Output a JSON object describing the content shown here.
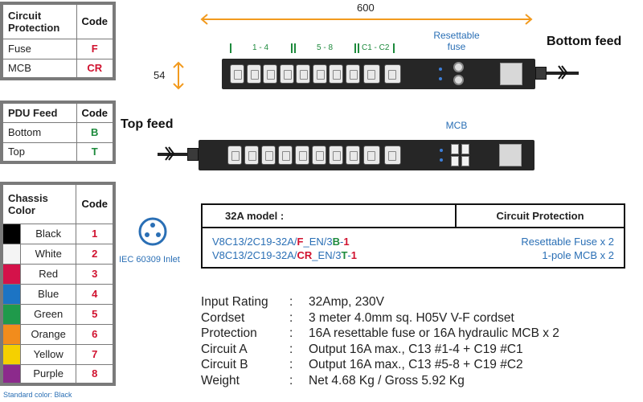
{
  "protection_table": {
    "header_label": "Circuit Protection",
    "header_code": "Code",
    "rows": [
      {
        "label": "Fuse",
        "code": "F"
      },
      {
        "label": "MCB",
        "code": "CR"
      }
    ]
  },
  "feed_table": {
    "header_label": "PDU Feed",
    "header_code": "Code",
    "rows": [
      {
        "label": "Bottom",
        "code": "B"
      },
      {
        "label": "Top",
        "code": "T"
      }
    ]
  },
  "color_table": {
    "header_label": "Chassis Color",
    "header_code": "Code",
    "rows": [
      {
        "label": "Black",
        "code": "1",
        "color": "#000000"
      },
      {
        "label": "White",
        "code": "2",
        "color": "#f4f4f4"
      },
      {
        "label": "Red",
        "code": "3",
        "color": "#d4124a"
      },
      {
        "label": "Blue",
        "code": "4",
        "color": "#1c74c4"
      },
      {
        "label": "Green",
        "code": "5",
        "color": "#1f9a4b"
      },
      {
        "label": "Orange",
        "code": "6",
        "color": "#f28c1c"
      },
      {
        "label": "Yellow",
        "code": "7",
        "color": "#f5d000"
      },
      {
        "label": "Purple",
        "code": "8",
        "color": "#8c2a8c"
      }
    ],
    "standard_note": "Standard color: Black"
  },
  "inlet_label": "IEC 60309 Inlet",
  "dimensions": {
    "length": "600",
    "height": "54"
  },
  "group_labels": {
    "g1": "1 - 4",
    "g2": "5 - 8",
    "g3": "C1 - C2"
  },
  "labels": {
    "resettable_fuse": "Resettable fuse",
    "mcb": "MCB",
    "bottom_feed": "Bottom feed",
    "top_feed": "Top feed"
  },
  "model_table": {
    "col1": "32A model :",
    "col2": "Circuit Protection",
    "rows": [
      {
        "prefix": "V8C13/2C19-32A/",
        "prot": "F",
        "mid": "_EN/3",
        "feed": "B",
        "dash": "-",
        "color": "1",
        "protection": "Resettable Fuse x 2"
      },
      {
        "prefix": "V8C13/2C19-32A/",
        "prot": "CR",
        "mid": "_EN/3",
        "feed": "T",
        "dash": "-",
        "color": "1",
        "protection": "1-pole MCB x 2"
      }
    ]
  },
  "specs": [
    {
      "label": "Input Rating",
      "sep": ":",
      "value": "32Amp, 230V"
    },
    {
      "label": "Cordset",
      "sep": ":",
      "value": "3 meter 4.0mm sq. H05V V-F cordset"
    },
    {
      "label": "Protection",
      "sep": ":",
      "value": "16A resettable fuse or 16A hydraulic MCB  x 2"
    },
    {
      "label": "Circuit A",
      "sep": ":",
      "value": "Output 16A max., C13  #1-4    +  C19  #C1"
    },
    {
      "label": "Circuit B",
      "sep": ":",
      "value": "Output 16A max., C13  #5-8    +  C19  #C2"
    },
    {
      "label": "Weight",
      "sep": ":",
      "value": "Net 4.68 Kg / Gross 5.92 Kg"
    }
  ],
  "colors": {
    "accent_blue": "#2a6fb5",
    "code_red": "#d0122f",
    "code_green": "#1d8a3c",
    "dim_orange": "#f29a1e"
  }
}
